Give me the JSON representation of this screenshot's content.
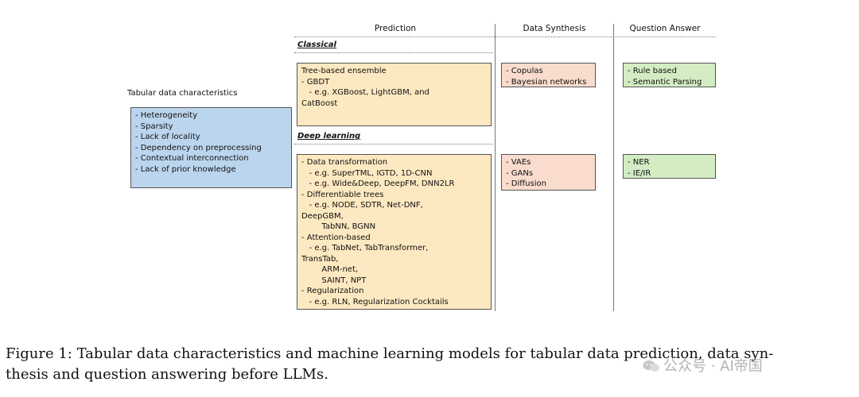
{
  "headers": {
    "prediction": "Prediction",
    "data_synthesis": "Data Synthesis",
    "question_answer": "Question Answer"
  },
  "sections": {
    "classical": "Classical",
    "deep_learning": "Deep learning"
  },
  "tabular": {
    "title": "Tabular data characteristics",
    "items": [
      "- Heterogeneity",
      "- Sparsity",
      "- Lack of locality",
      "- Dependency on preprocessing",
      "- Contextual interconnection",
      "- Lack of prior knowledge"
    ]
  },
  "classical_prediction": [
    "Tree-based ensemble",
    "- GBDT",
    "   - e.g. XGBoost, LightGBM, and",
    "CatBoost"
  ],
  "classical_synthesis": [
    "- Copulas",
    "- Bayesian networks"
  ],
  "classical_qa": [
    "- Rule based",
    "- Semantic Parsing"
  ],
  "deep_prediction": [
    "- Data transformation",
    "   - e.g. SuperTML, IGTD, 1D-CNN",
    "   - e.g. Wide&Deep, DeepFM, DNN2LR",
    "- Differentiable trees",
    "   - e.g. NODE, SDTR, Net-DNF,",
    "DeepGBM,",
    "        TabNN, BGNN",
    "- Attention-based",
    "   - e.g. TabNet, TabTransformer,",
    "TransTab,",
    "        ARM-net,",
    "        SAINT, NPT",
    "- Regularization",
    "   - e.g. RLN, Regularization Cocktails"
  ],
  "deep_synthesis": [
    "- VAEs",
    "- GANs",
    "- Diffusion"
  ],
  "deep_qa": [
    "- NER",
    "- IE/IR"
  ],
  "caption": {
    "line1": "Figure 1: Tabular data characteristics and machine learning models for tabular data prediction, data syn-",
    "line2": "thesis and question answering before LLMs."
  },
  "watermark": "公众号 · AI帝国",
  "colors": {
    "blue": "#bcd5ee",
    "yellow": "#fde9c1",
    "pink": "#f9dccd",
    "green": "#d4ecc4"
  }
}
